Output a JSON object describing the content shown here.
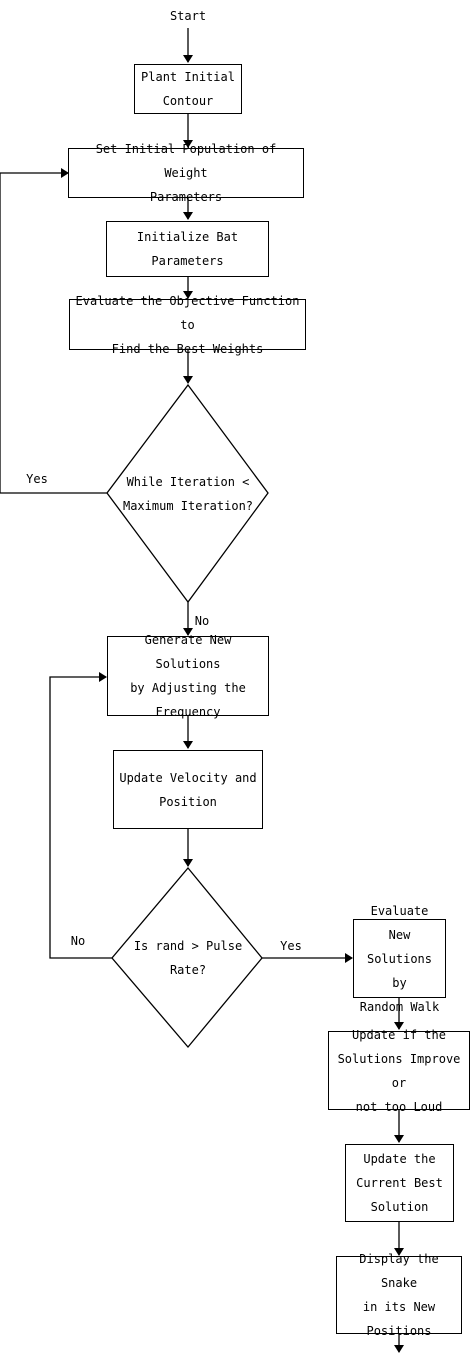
{
  "start": "Start",
  "steps": {
    "plant_contour": "Plant Initial\nContour",
    "set_population": "Set Initial Population of Weight\nParameters",
    "init_bat": "Initialize Bat\nParameters",
    "evaluate_objective": "Evaluate the Objective Function to\nFind the Best Weights",
    "generate_solutions": "Generate New Solutions\nby Adjusting the\nFrequency",
    "update_velocity": "Update Velocity and\nPosition",
    "evaluate_random_walk": "Evaluate New\nSolutions by\nRandom Walk",
    "update_if_improve": "Update if the\nSolutions Improve or\nnot too Loud",
    "update_best": "Update the\nCurrent Best\nSolution",
    "display_snake": "Display the Snake\nin its New\nPositions"
  },
  "decisions": {
    "while_iteration": "While Iteration <\nMaximum Iteration?",
    "rand_pulse": "Is rand > Pulse\nRate?"
  },
  "edge_labels": {
    "yes_loop": "Yes",
    "no_down": "No",
    "no_loop": "No",
    "yes_right": "Yes"
  }
}
